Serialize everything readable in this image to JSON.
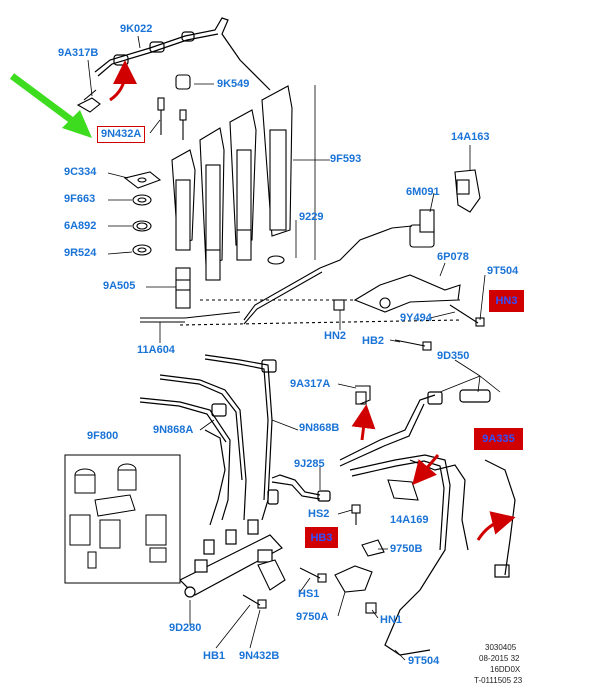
{
  "labels": {
    "p9K022": "9K022",
    "p9A317B": "9A317B",
    "p9K549": "9K549",
    "p9N432A": "9N432A",
    "p14A163": "14A163",
    "p9F593": "9F593",
    "p9C334": "9C334",
    "p6M091": "6M091",
    "p9F663": "9F663",
    "p9229": "9229",
    "p6A892": "6A892",
    "p9R524": "9R524",
    "p6P078": "6P078",
    "p9T504a": "9T504",
    "p9A505": "9A505",
    "pHN3": "HN3",
    "p9Y494": "9Y494",
    "pHN2": "HN2",
    "p11A604": "11A604",
    "pHB2": "HB2",
    "p9D350": "9D350",
    "p9A317A": "9A317A",
    "p9F800": "9F800",
    "p9N868A": "9N868A",
    "p9N868B": "9N868B",
    "p9A335": "9A335",
    "p9J285": "9J285",
    "pHS2": "HS2",
    "p14A169": "14A169",
    "pHB3": "HB3",
    "p9750B": "9750B",
    "pHS1": "HS1",
    "p9D280": "9D280",
    "p9750A": "9750A",
    "pHN1": "HN1",
    "pHB1": "HB1",
    "p9N432B": "9N432B",
    "p9T504b": "9T504"
  },
  "reference": {
    "line1": "3030405",
    "line2": "08-2015 32",
    "line3": "16DD0X",
    "line4": "T-0111505 23"
  },
  "colors": {
    "label_blue": "#1a73d6",
    "highlight_red": "#d10000",
    "pointer_green": "#3ddc1f",
    "line_art": "#000000"
  }
}
